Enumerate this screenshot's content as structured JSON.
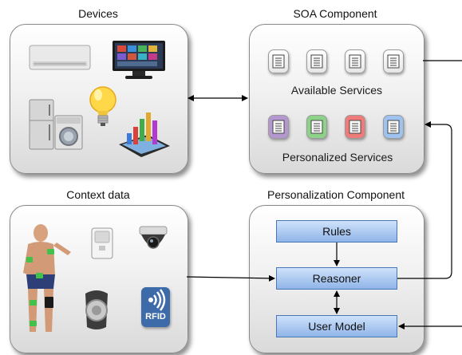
{
  "titles": {
    "devices": "Devices",
    "soa": "SOA Component",
    "context": "Context data",
    "personalization": "Personalization Component"
  },
  "soa": {
    "available_label": "Available Services",
    "personalized_label": "Personalized Services",
    "available_count": 4,
    "personalized_colors": [
      "#b597cf",
      "#8ed28a",
      "#ef7b7b",
      "#9ec3ee"
    ]
  },
  "personalization": {
    "rules_label": "Rules",
    "reasoner_label": "Reasoner",
    "user_model_label": "User Model"
  },
  "context": {
    "rfid_label": "RFID"
  },
  "colors": {
    "box_fill": "#8fb5e8",
    "box_border": "#4a76b3",
    "arrow": "#000000"
  }
}
